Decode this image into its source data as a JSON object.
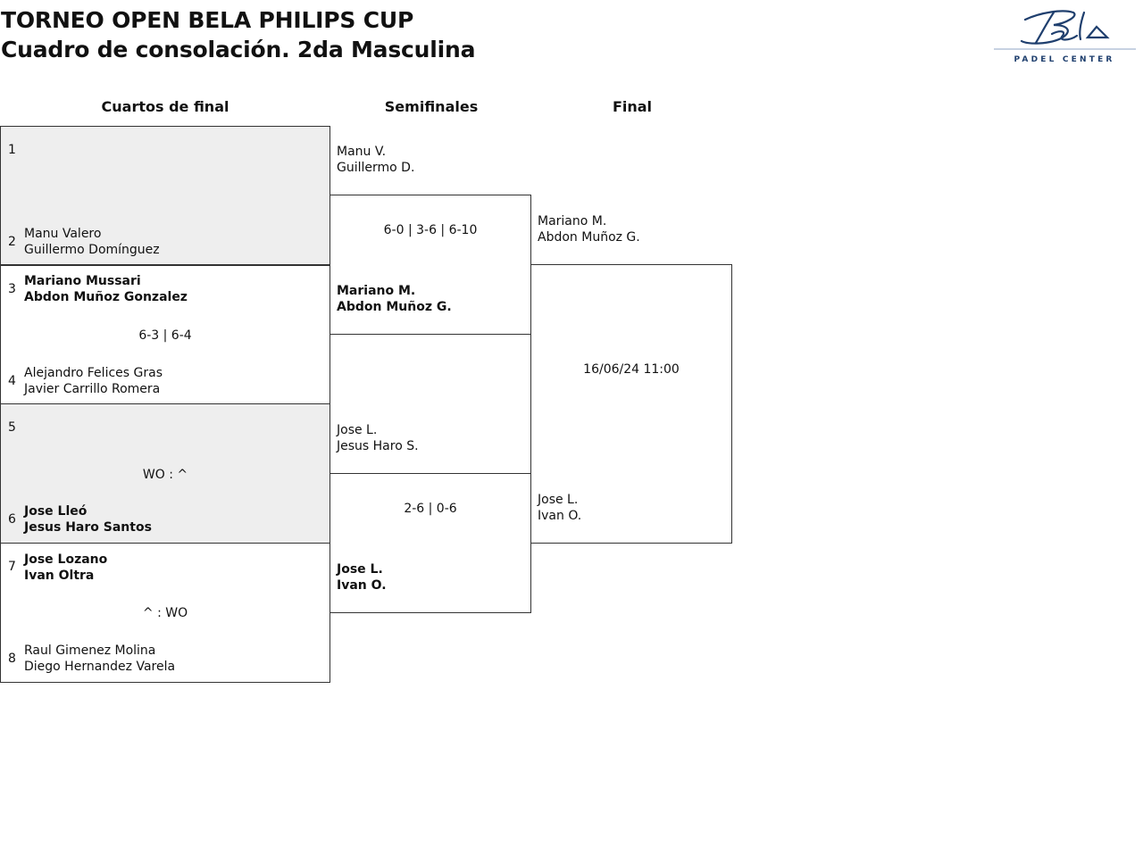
{
  "header": {
    "title": "TORNEO OPEN BELA PHILIPS CUP",
    "subtitle": "Cuadro de consolación. 2da Masculina",
    "logo_text": "Bela",
    "logo_subtext": "PADEL CENTER",
    "logo_color": "#1f3f6e"
  },
  "rounds": {
    "quarterfinals": "Cuartos de final",
    "semifinals": "Semifinales",
    "final": "Final"
  },
  "quarterfinals": [
    {
      "seed_a": "1",
      "team_a": [
        "",
        ""
      ],
      "seed_b": "2",
      "team_b": [
        "Manu Valero",
        "Guillermo Domínguez"
      ],
      "score": "",
      "winner": "b"
    },
    {
      "seed_a": "3",
      "team_a": [
        "Mariano Mussari",
        "Abdon Muñoz Gonzalez"
      ],
      "seed_b": "4",
      "team_b": [
        "Alejandro Felices Gras",
        "Javier Carrillo Romera"
      ],
      "score": "6-3 | 6-4",
      "winner": "a"
    },
    {
      "seed_a": "5",
      "team_a": [
        "",
        ""
      ],
      "seed_b": "6",
      "team_b": [
        "Jose Lleó",
        "Jesus Haro Santos"
      ],
      "score": "WO : ^",
      "winner": "b"
    },
    {
      "seed_a": "7",
      "team_a": [
        "Jose Lozano",
        "Ivan Oltra"
      ],
      "seed_b": "8",
      "team_b": [
        "Raul Gimenez Molina",
        "Diego Hernandez Varela"
      ],
      "score": "^ : WO",
      "winner": "a"
    }
  ],
  "semifinals": [
    {
      "team_a": [
        "Manu V.",
        "Guillermo D."
      ],
      "team_b": [
        "Mariano M.",
        "Abdon Muñoz G."
      ],
      "score": "6-0 | 3-6 | 6-10",
      "winner": "b"
    },
    {
      "team_a": [
        "Jose L.",
        "Jesus Haro S."
      ],
      "team_b": [
        "Jose L.",
        "Ivan O."
      ],
      "score": "2-6 | 0-6",
      "winner": "b"
    }
  ],
  "final": {
    "team_a": [
      "Mariano M.",
      "Abdon Muñoz G."
    ],
    "team_b": [
      "Jose L.",
      "Ivan O."
    ],
    "schedule": "16/06/24 11:00"
  }
}
